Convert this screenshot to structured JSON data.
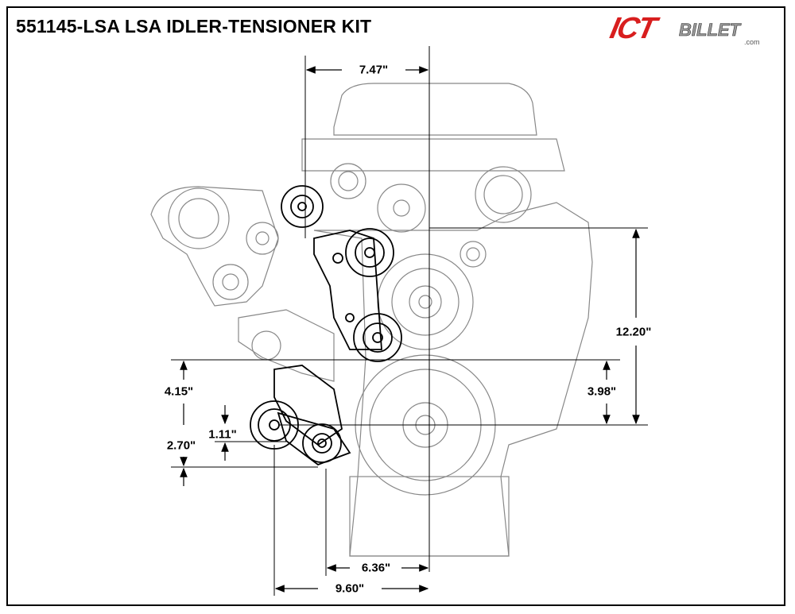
{
  "title": "551145-LSA LSA IDLER-TENSIONER KIT",
  "logo": {
    "text_main": "ICT",
    "text_secondary": "BILLET",
    "text_domain": ".com",
    "colors": {
      "red": "#d81e1e",
      "gray": "#9a9a9a"
    }
  },
  "dimensions": {
    "top_width": "7.47\"",
    "total_height": "12.20\"",
    "right_height": "3.98\"",
    "left_height": "4.15\"",
    "tensioner_offset": "1.11\"",
    "tensioner_height": "2.70\"",
    "bottom_width_inner": "6.36\"",
    "bottom_width_outer": "9.60\""
  }
}
